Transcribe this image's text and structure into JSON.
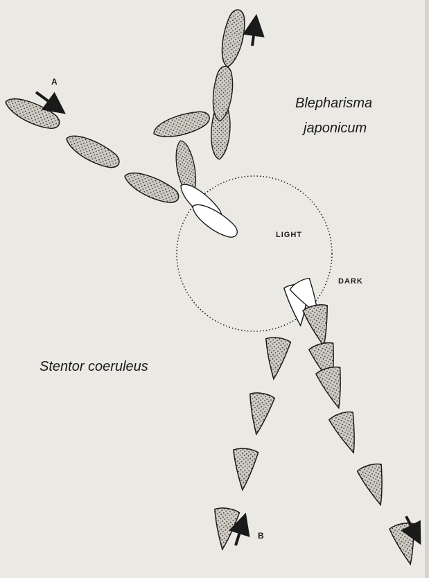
{
  "labels": {
    "blepharisma_line1": "Blepharisma",
    "blepharisma_line2": "japonicum",
    "stentor": "Stentor coeruleus",
    "light": "LIGHT",
    "dark": "DARK",
    "marker_a": "A",
    "marker_b": "B"
  },
  "colors": {
    "background": "#ebe9e4",
    "ink": "#1a1a1a",
    "cell_fill": "#cfcbc3"
  },
  "icons": {
    "arrow": "arrow-icon",
    "cell": "organism-outline"
  }
}
